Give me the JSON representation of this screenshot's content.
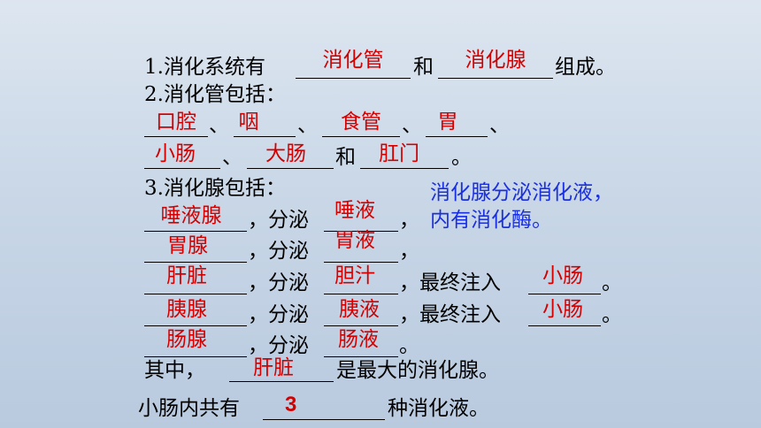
{
  "q1": {
    "prefix": "1.消化系统有",
    "answer1": "消化管",
    "middle": "和",
    "answer2": "消化腺",
    "suffix": "组成。"
  },
  "q2": {
    "heading": "2.消化管包括：",
    "parts": [
      "口腔",
      "咽",
      "食管",
      "胃",
      "小肠",
      "大肠",
      "肛门"
    ],
    "sep": "、",
    "and": "和",
    "end": "。"
  },
  "q3": {
    "heading": "3.消化腺包括：",
    "secrete": "，分泌",
    "inject": "，最终注入",
    "rows": [
      {
        "gland": "唾液腺",
        "juice": "唾液",
        "end": "，"
      },
      {
        "gland": "胃腺",
        "juice": "胃液",
        "end": "，"
      },
      {
        "gland": "肝脏",
        "juice": "胆汁",
        "target": "小肠",
        "end": "。"
      },
      {
        "gland": "胰腺",
        "juice": "胰液",
        "target": "小肠",
        "end": "。"
      },
      {
        "gland": "肠腺",
        "juice": "肠液",
        "end": "。"
      }
    ]
  },
  "largest": {
    "prefix": "其中，",
    "answer": "肝脏",
    "suffix": "是最大的消化腺。"
  },
  "count": {
    "prefix": "小肠内共有",
    "answer": "3",
    "suffix": "种消化液。"
  },
  "note": {
    "line1": "消化腺分泌消化液，",
    "line2": "内有消化酶。"
  }
}
